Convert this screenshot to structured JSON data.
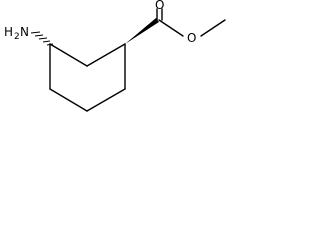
{
  "molecule": {
    "atoms": {
      "amine_n": "H",
      "amine_h2": "2",
      "amine_n_symbol": "N",
      "carbonyl_o": "O",
      "ester_o": "O"
    }
  }
}
